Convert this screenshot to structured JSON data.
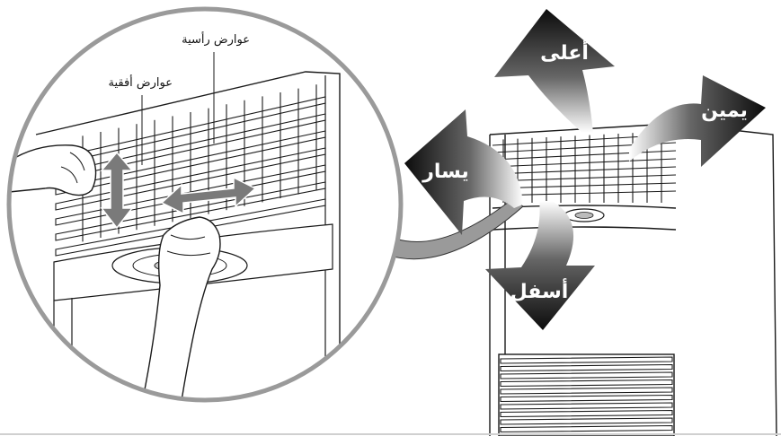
{
  "labels": {
    "vertical_louvers": "عوارض رأسية",
    "horizontal_louvers": "عوارض أفقية"
  },
  "directions": {
    "up": "أعلى",
    "down": "أسفل",
    "left": "يسار",
    "right": "يمين"
  },
  "colors": {
    "line": "#1a1a1a",
    "arrow_dark": "#111111",
    "arrow_grey": "#7a7a7a",
    "lens": "#9a9a9a",
    "grille": "#eeeeee"
  }
}
